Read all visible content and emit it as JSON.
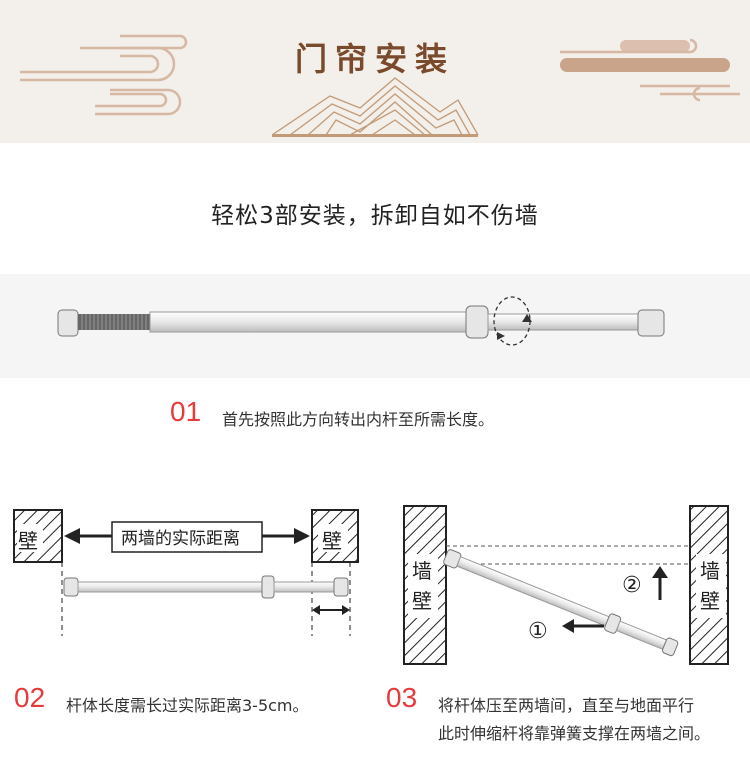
{
  "banner": {
    "title": "门帘安装"
  },
  "subtitle": "轻松3部安装，拆卸自如不伤墙",
  "step1": {
    "number": "01",
    "text": "首先按照此方向转出内杆至所需长度。"
  },
  "step2": {
    "number": "02",
    "text": "杆体长度需长过实际距离3-5cm。",
    "wall_label": "壁",
    "distance_label": "两墙的实际距离"
  },
  "step3": {
    "number": "03",
    "line1": "将杆体压至两墙间，直至与地面平行",
    "line2": "此时伸缩杆将靠弹簧支撑在两墙之间。",
    "left_wall": [
      "墙",
      "壁"
    ],
    "right_wall": [
      "墙",
      "壁"
    ],
    "marker1": "①",
    "marker2": "②"
  },
  "colors": {
    "accent": "#e63b3b",
    "banner_bg": "#f3efea",
    "banner_text": "#7a4a2c"
  }
}
